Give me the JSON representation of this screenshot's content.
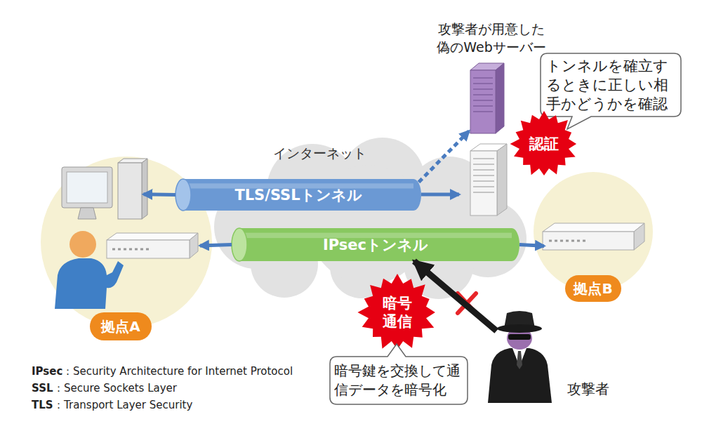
{
  "diagram": {
    "nodes": [
      {
        "text": [
          "攻撃者が用意した 偽のWebサーバー"
        ]
      },
      {
        "text": [
          "トンネルを確立す るときに正しい相 手かどうかを確認"
        ]
      },
      {
        "text": [
          "認証"
        ]
      },
      {
        "text": [
          "インターネット"
        ]
      },
      {
        "text": [
          "TLS/SSLトンネル"
        ],
        "in": 3
      },
      {
        "text": [
          "IPsecトンネル"
        ],
        "in": 3
      },
      {
        "text": [
          "拠点A"
        ]
      },
      {
        "text": [
          "拠点B"
        ]
      },
      {
        "text": [
          "暗号 通信"
        ]
      },
      {
        "text": [
          "暗号鍵を交換して通 信データを暗号化"
        ]
      },
      {
        "text": [
          "攻撃者"
        ]
      }
    ],
    "edges": [
      {
        "from": 4,
        "to": 6,
        "arrow": "to"
      },
      {
        "from": 5,
        "to": 6,
        "arrow": "to"
      },
      {
        "from": 5,
        "to": 7,
        "arrow": "to"
      },
      {
        "from": 4,
        "to": 0,
        "arrow": "to"
      },
      {
        "from": 10,
        "to": 5,
        "arrow": "to"
      }
    ],
    "labels": [
      "IPsec",
      "：Security Architecture for Internet Protocol",
      "SSL",
      "：Secure Sockets Layer",
      "TLS",
      "：Transport Layer Security"
    ]
  }
}
